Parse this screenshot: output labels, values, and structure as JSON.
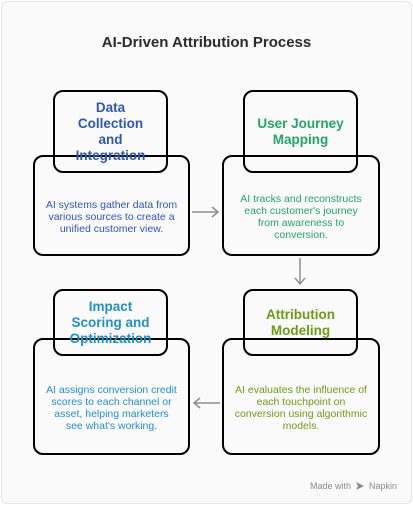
{
  "title": "AI-Driven Attribution Process",
  "steps": [
    {
      "title": "Data Collection and Integration",
      "text": "AI systems gather data from various sources to create a unified customer view."
    },
    {
      "title": "User Journey Mapping",
      "text": "AI tracks and reconstructs each customer's journey from awareness to conversion."
    },
    {
      "title": "Attribution Modeling",
      "text": "AI evaluates the influence of each touchpoint on conversion using algorithmic models."
    },
    {
      "title": "Impact Scoring and Optimization",
      "text": "AI assigns conversion credit scores to each channel or asset, helping marketers see what's working."
    }
  ],
  "footer": {
    "made_with": "Made with",
    "brand": "Napkin"
  },
  "colors": {
    "step1": "#2d56b5",
    "step2": "#21a56a",
    "step3": "#6f9a12",
    "step4": "#1d90c4"
  }
}
